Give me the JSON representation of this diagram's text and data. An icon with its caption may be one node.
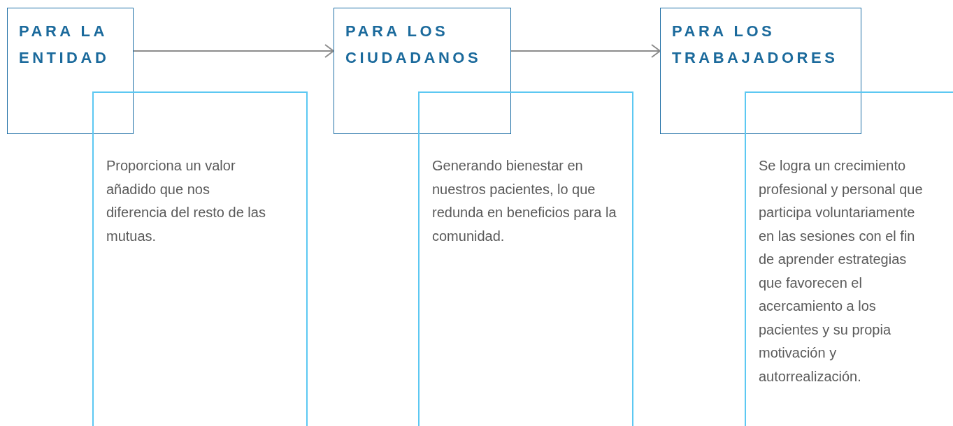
{
  "diagram": {
    "nodes": [
      {
        "text": [
          "PARA LA ENTIDAD"
        ]
      },
      {
        "text": [
          "Proporciona un valor añadido que nos diferencia del resto de las mutuas."
        ]
      },
      {
        "text": [
          "PARA LOS CIUDADANOS"
        ]
      },
      {
        "text": [
          "Generando bienestar en nuestros pacientes, lo que redunda en beneficios para la comunidad."
        ]
      },
      {
        "text": [
          "PARA LOS TRABAJADORES"
        ]
      },
      {
        "text": [
          "Se logra un crecimiento profesional y personal que participa voluntariamente en las sesiones con el fin de aprender estrategias que favorecen el acercamiento a los pacientes y su propia motivación y autorrealización."
        ]
      }
    ],
    "edges": [
      {
        "from": 0,
        "to": 2,
        "arrow": "to"
      },
      {
        "from": 2,
        "to": 4,
        "arrow": "to"
      }
    ]
  }
}
